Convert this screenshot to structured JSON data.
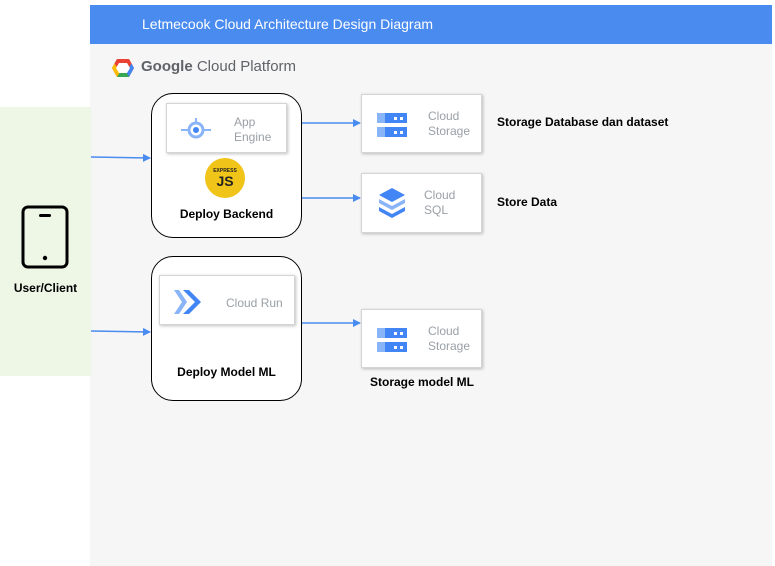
{
  "header": {
    "title": "Letmecook Cloud Architecture Design Diagram"
  },
  "platform": {
    "brand": "Google",
    "product": "Cloud Platform",
    "logo_icon": "google-cloud-logo-icon"
  },
  "client": {
    "label": "User/Client",
    "icon": "smartphone-icon"
  },
  "groups": {
    "backend": {
      "label": "Deploy Backend"
    },
    "model": {
      "label": "Deploy Model ML"
    }
  },
  "services": {
    "app_engine": {
      "name": "App\nEngine",
      "icon": "app-engine-icon"
    },
    "express": {
      "small": "EXPRESS",
      "big": "JS",
      "icon": "expressjs-logo-icon"
    },
    "cloud_run": {
      "name": "Cloud Run",
      "icon": "cloud-run-icon"
    },
    "storage_1": {
      "name": "Cloud\nStorage",
      "icon": "cloud-storage-icon",
      "caption": "Storage Database dan dataset"
    },
    "sql": {
      "name": "Cloud\nSQL",
      "icon": "cloud-sql-icon",
      "caption": "Store Data"
    },
    "storage_2": {
      "name": "Cloud\nStorage",
      "icon": "cloud-storage-icon",
      "caption": "Storage model ML"
    }
  },
  "colors": {
    "title_bar": "#4a8bf0",
    "arrow": "#4a8bf0",
    "client_bg": "#eef6e6",
    "gcp_bg": "#f6f6f6",
    "express": "#f0c419"
  }
}
